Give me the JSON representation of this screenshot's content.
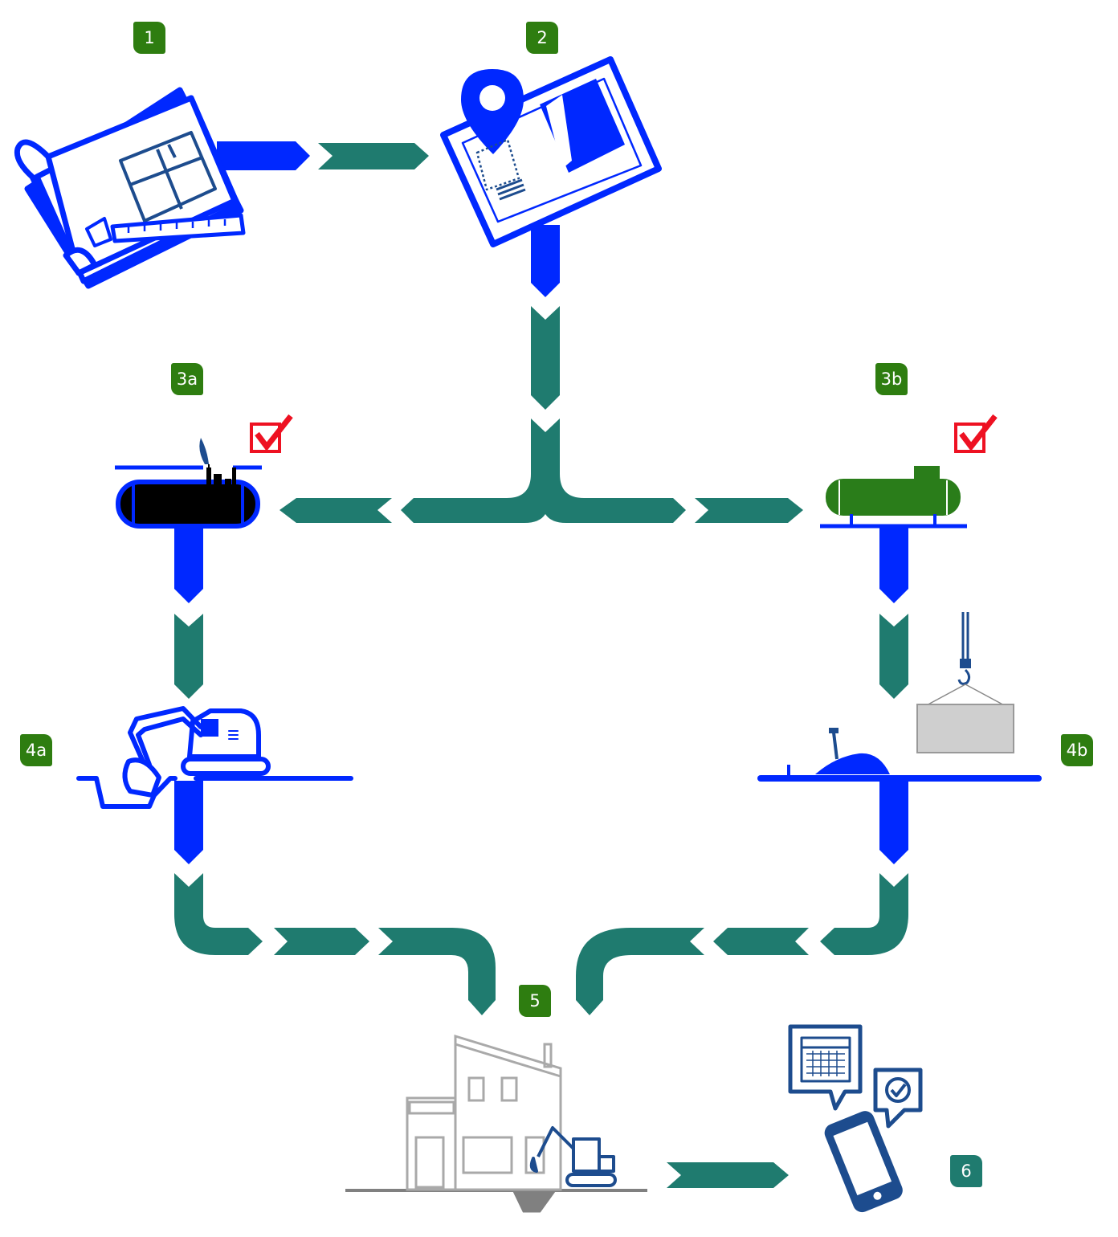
{
  "badges": {
    "b1": "1",
    "b2": "2",
    "b3a": "3a",
    "b3b": "3b",
    "b4a": "4a",
    "b4b": "4b",
    "b5": "5",
    "b6": "6"
  },
  "colors": {
    "teal": "#1f7b6f",
    "blue": "#0028ff",
    "navy": "#1d4c8e",
    "badge_green": "#2e7d10",
    "badge_teal": "#1f7b6f",
    "check_red": "#ee1122",
    "tank_green": "#2a7d1a",
    "grey": "#a9a9a9"
  },
  "icons": {
    "step1": "blueprint-plans-icon",
    "step2": "site-plan-location-icon",
    "step3a": "underground-tank-icon",
    "step3b": "above-ground-tank-icon",
    "step4a": "excavator-icon",
    "step4b": "crane-concrete-slab-icon",
    "step5": "building-excavation-icon",
    "step6": "smartphone-calendar-icon"
  }
}
